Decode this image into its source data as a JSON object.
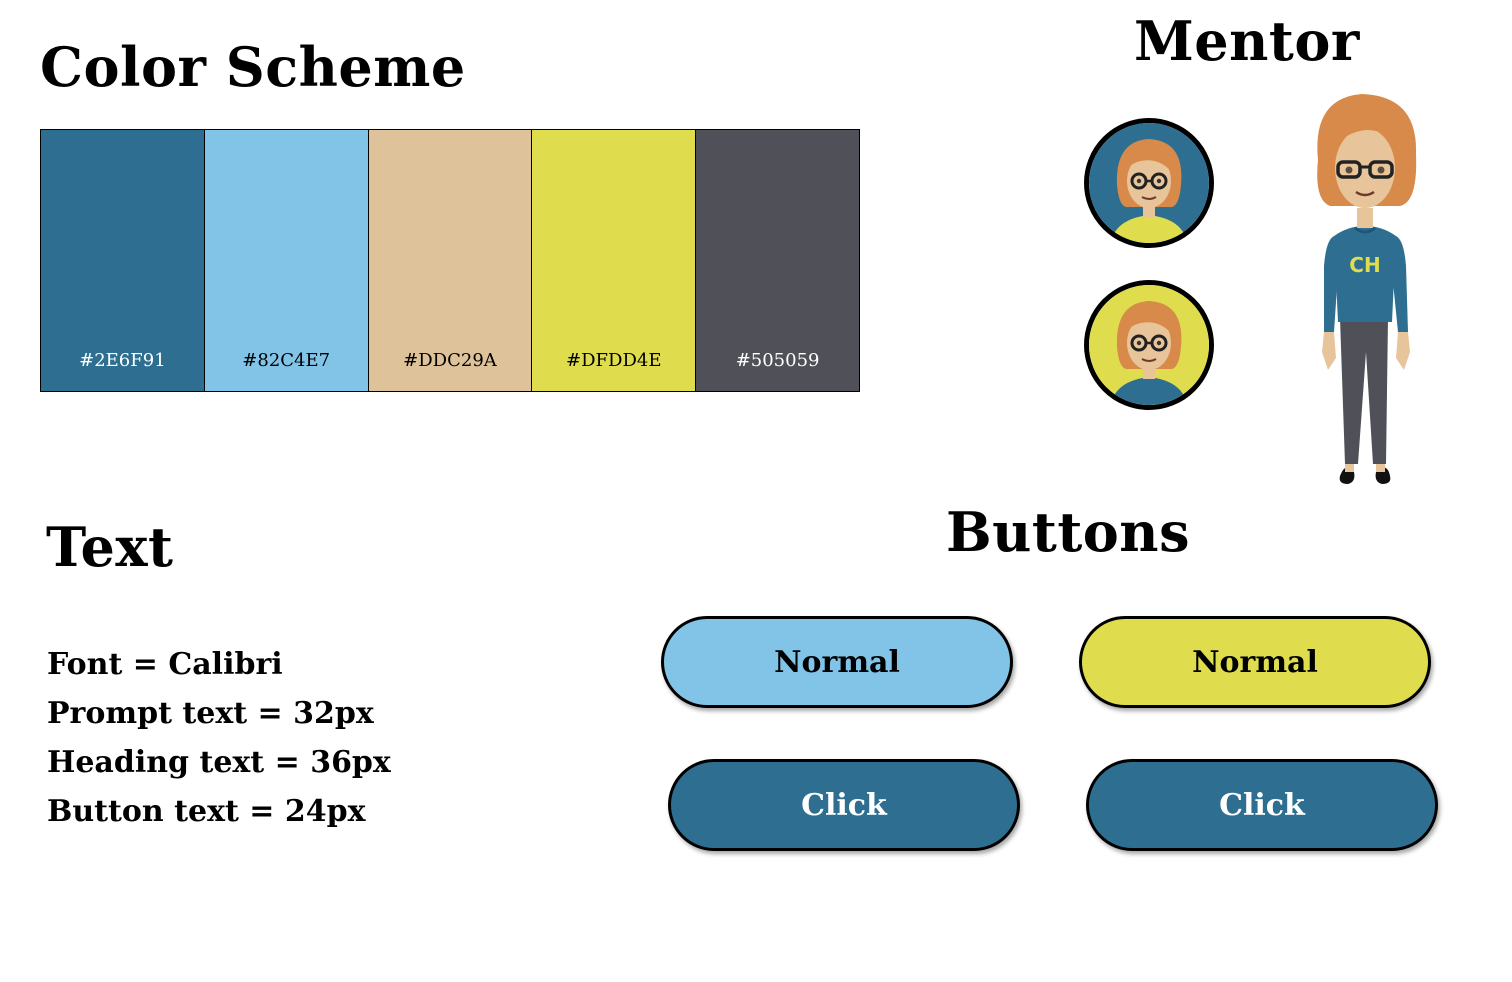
{
  "headings": {
    "color_scheme": "Color Scheme",
    "mentor": "Mentor",
    "text": "Text",
    "buttons": "Buttons"
  },
  "palette": [
    {
      "label": "#2E6F91",
      "color": "#2E6F91",
      "text_color": "#FFFFFF"
    },
    {
      "label": "#82C4E7",
      "color": "#82C4E7",
      "text_color": "#000000"
    },
    {
      "label": "#DDC29A",
      "color": "#DDC29A",
      "text_color": "#000000"
    },
    {
      "label": "#DFDD4E",
      "color": "#DFDD4E",
      "text_color": "#000000"
    },
    {
      "label": "#505059",
      "color": "#505059",
      "text_color": "#FFFFFF"
    }
  ],
  "text_specs": [
    "Font = Calibri",
    "Prompt text = 32px",
    "Heading text = 36px",
    "Button text = 24px"
  ],
  "buttons": {
    "normal_light": {
      "label": "Normal",
      "color": "#82C4E7",
      "text_color": "#000000"
    },
    "normal_yellow": {
      "label": "Normal",
      "color": "#DFDD4E",
      "text_color": "#000000"
    },
    "click_1": {
      "label": "Click",
      "color": "#2E6F91",
      "text_color": "#FFFFFF"
    },
    "click_2": {
      "label": "Click",
      "color": "#2E6F91",
      "text_color": "#FFFFFF"
    }
  },
  "mentor": {
    "shirt_text": "CH",
    "avatar_1_bg": "#2E6F91",
    "avatar_2_bg": "#DFDD4E",
    "hair_color": "#D78A4A",
    "skin_color": "#E7C49A",
    "pants_color": "#505059"
  }
}
